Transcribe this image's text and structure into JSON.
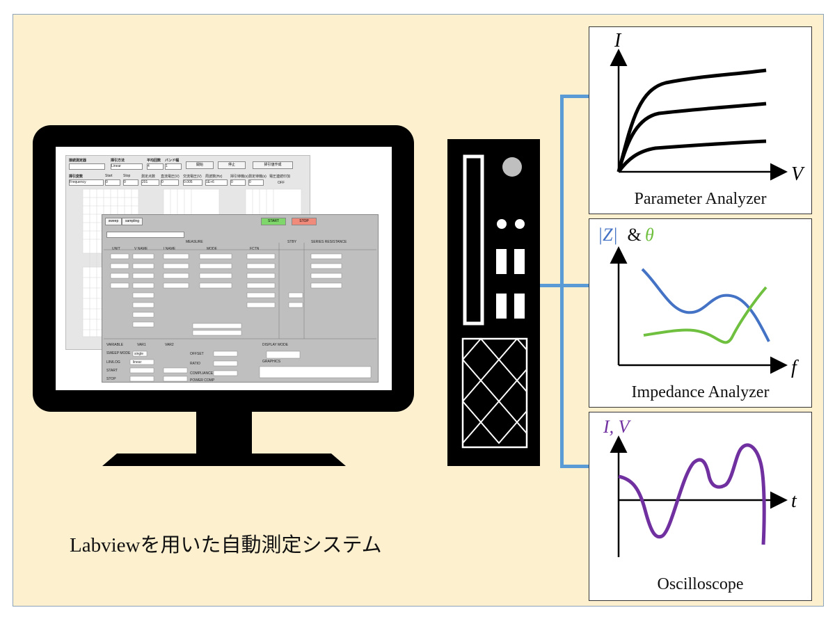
{
  "caption": "Labviewを用いた自動測定システム",
  "instruments": [
    {
      "name": "Parameter Analyzer",
      "y_label": "I",
      "x_label": "V"
    },
    {
      "name": "Impedance Analyzer",
      "y_label_part1": "|Z|",
      "y_label_part2": " & ",
      "y_label_part3": "θ",
      "x_label": "f"
    },
    {
      "name": "Oscilloscope",
      "y_label": "I, V",
      "x_label": "t"
    }
  ],
  "colors": {
    "background": "#fdf0cf",
    "wire": "#5b9bd5",
    "impedance_z": "#4472c4",
    "impedance_theta": "#70c040",
    "oscilloscope": "#7030a0"
  },
  "labview": {
    "win1": {
      "label_a": "接続測定器",
      "label_b": "掃引方法",
      "label_c": "平均回数",
      "label_d": "バンド幅",
      "method": "Linear",
      "avg": "4",
      "bw": "1",
      "start_btn": "開始",
      "stop_btn": "停止",
      "play_btn": "掃引値作成",
      "sweep_var_label": "掃引変数",
      "sweep_var": "Frequency",
      "start_label": "Start",
      "stop_label": "Stop",
      "points_label": "測定点数",
      "v_label": "直流電圧(V)",
      "ac_label": "交流電圧(V)",
      "freq_label": "周波数(Hz)",
      "wait1_label": "掃引待機(s)",
      "wait2_label": "測定待機(s)",
      "disp_label": "電圧連続印加",
      "start_val": "0",
      "stop_val": "0",
      "points_val": "201",
      "v_val": "0",
      "ac_val": "0.005",
      "freq_val": "1E+6",
      "wait1_val": "0",
      "wait2_val": "0",
      "off_label": "OFF"
    },
    "win2": {
      "tab1": "sweep",
      "tab2": "sampling",
      "go_btn": "START",
      "stop_btn": "STOP",
      "header_measure": "MEASURE",
      "header_stby": "STBY",
      "header_series": "SERIES RESISTANCE",
      "col_unit": "UNIT",
      "col_vname": "V NAME",
      "col_iname": "I NAME",
      "col_mode": "MODE",
      "col_fctn": "FCTN",
      "variable_label": "VARIABLE",
      "display_label": "DISPLAY MODE",
      "graphics_label": "GRAPHICS",
      "sweep_mode": "SWEEP MODE",
      "linlog": "LIN/LOG",
      "start": "START",
      "stop": "STOP",
      "offset": "OFFSET",
      "ratio": "RATIO",
      "compliance": "COMPLIANCE",
      "power_comp": "POWER COMP",
      "var1": "VAR1",
      "var2": "VAR2",
      "single": "single",
      "linear": "linear"
    }
  }
}
